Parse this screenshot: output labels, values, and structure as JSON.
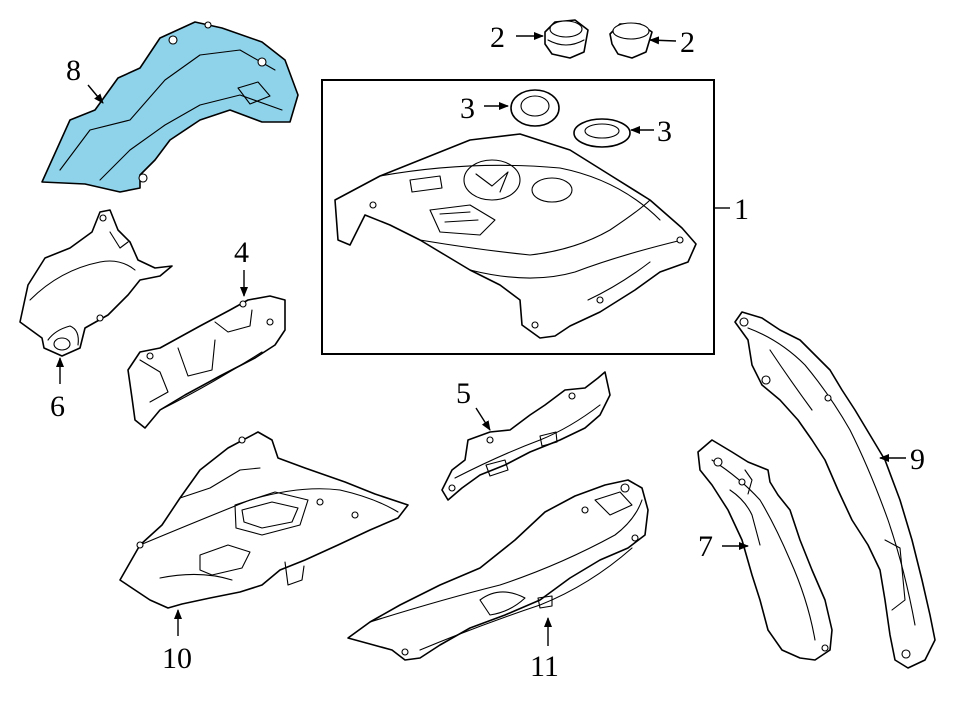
{
  "diagram": {
    "highlight_color": "#8fd3ea",
    "callouts": {
      "c1": "1",
      "c2a": "2",
      "c2b": "2",
      "c3a": "3",
      "c3b": "3",
      "c4": "4",
      "c5": "5",
      "c6": "6",
      "c7": "7",
      "c8": "8",
      "c9": "9",
      "c10": "10",
      "c11": "11"
    }
  }
}
